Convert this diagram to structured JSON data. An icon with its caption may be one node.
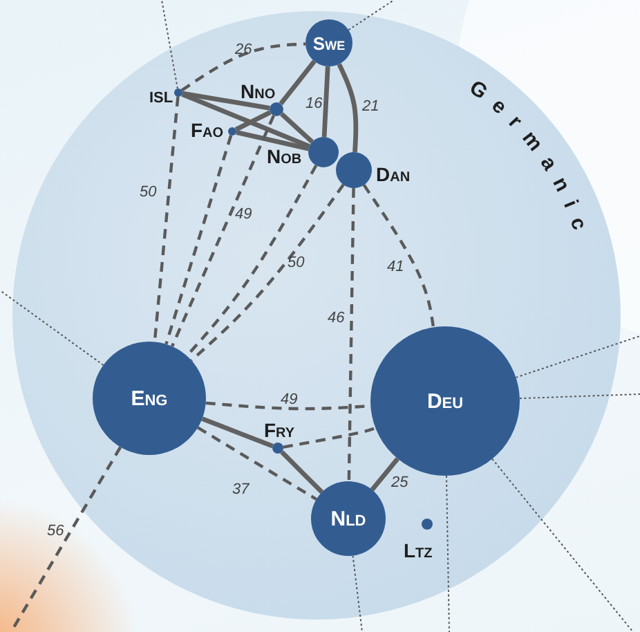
{
  "diagram": {
    "nodes": [
      {
        "text": [
          "Germanic"
        ]
      },
      {
        "text": [
          "Swe"
        ],
        "in": 0
      },
      {
        "text": [
          "ISL"
        ],
        "in": 0
      },
      {
        "text": [
          "Nno"
        ],
        "in": 0
      },
      {
        "text": [
          "Fao"
        ],
        "in": 0
      },
      {
        "text": [
          "Nob"
        ],
        "in": 0
      },
      {
        "text": [
          "Dan"
        ],
        "in": 0
      },
      {
        "text": [
          "Eng"
        ],
        "in": 0
      },
      {
        "text": [
          "Deu"
        ],
        "in": 0
      },
      {
        "text": [
          "Fry"
        ],
        "in": 0
      },
      {
        "text": [
          "Nld"
        ],
        "in": 0
      },
      {
        "text": [
          "Ltz"
        ],
        "in": 0
      }
    ],
    "edges": [
      {
        "from": 2,
        "to": 1,
        "arrow": "none",
        "label": "26",
        "style": "dashed"
      },
      {
        "from": 2,
        "to": 3,
        "arrow": "none"
      },
      {
        "from": 2,
        "to": 5,
        "arrow": "none"
      },
      {
        "from": 4,
        "to": 3,
        "arrow": "none"
      },
      {
        "from": 4,
        "to": 5,
        "arrow": "none"
      },
      {
        "from": 3,
        "to": 1,
        "arrow": "none"
      },
      {
        "from": 3,
        "to": 5,
        "arrow": "none"
      },
      {
        "from": 1,
        "to": 5,
        "arrow": "none",
        "label": "16"
      },
      {
        "from": 1,
        "to": 6,
        "arrow": "none",
        "label": "21"
      },
      {
        "from": 2,
        "to": 7,
        "arrow": "none",
        "label": "50",
        "style": "dashed"
      },
      {
        "from": 4,
        "to": 7,
        "arrow": "none",
        "style": "dashed"
      },
      {
        "from": 3,
        "to": 7,
        "arrow": "none",
        "label": "49",
        "style": "dashed"
      },
      {
        "from": 5,
        "to": 7,
        "arrow": "none",
        "style": "dashed"
      },
      {
        "from": 6,
        "to": 7,
        "arrow": "none",
        "label": "50",
        "style": "dashed"
      },
      {
        "from": 6,
        "to": 10,
        "arrow": "none",
        "label": "46",
        "style": "dashed"
      },
      {
        "from": 6,
        "to": 8,
        "arrow": "none",
        "label": "41",
        "style": "dashed"
      },
      {
        "from": 7,
        "to": 8,
        "arrow": "none",
        "label": "49",
        "style": "dashed"
      },
      {
        "from": 7,
        "to": 9,
        "arrow": "none"
      },
      {
        "from": 9,
        "to": 8,
        "arrow": "none",
        "style": "dashed"
      },
      {
        "from": 7,
        "to": 10,
        "arrow": "none",
        "label": "37",
        "style": "dashed"
      },
      {
        "from": 9,
        "to": 10,
        "arrow": "none"
      },
      {
        "from": 10,
        "to": 8,
        "arrow": "none",
        "label": "25"
      },
      {
        "from": 2,
        "to": null,
        "arrow": "none",
        "style": "dashed"
      },
      {
        "from": 1,
        "to": null,
        "arrow": "none",
        "style": "dashed"
      },
      {
        "from": 7,
        "to": null,
        "arrow": "none",
        "style": "dashed"
      },
      {
        "from": 7,
        "to": null,
        "arrow": "none",
        "label": "56",
        "style": "dashed"
      },
      {
        "from": 8,
        "to": null,
        "arrow": "none",
        "style": "dashed"
      },
      {
        "from": 8,
        "to": null,
        "arrow": "none",
        "style": "dashed"
      },
      {
        "from": 8,
        "to": null,
        "arrow": "none",
        "style": "dashed"
      },
      {
        "from": 8,
        "to": null,
        "arrow": "none",
        "style": "dashed"
      },
      {
        "from": 10,
        "to": null,
        "arrow": "none",
        "style": "dashed"
      }
    ]
  }
}
